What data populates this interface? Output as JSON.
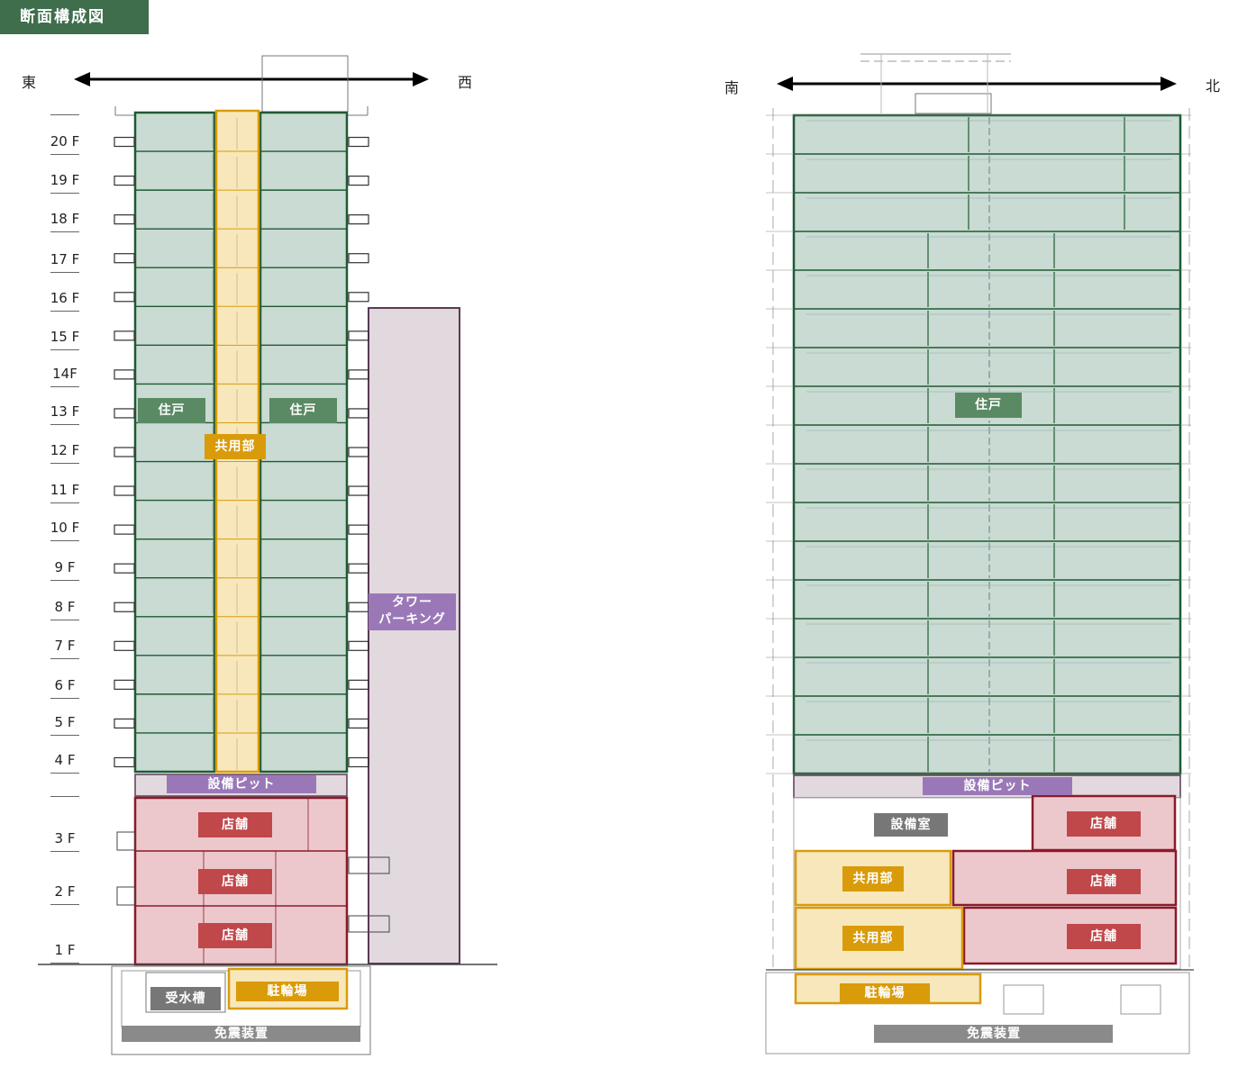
{
  "title": "断面構成図",
  "colors": {
    "title_bg": "#3f6e4c",
    "residential_fill": "#c9dbd2",
    "residential_stroke": "#1f5a34",
    "residential_tag": "#5a8a63",
    "common_fill": "#f7e7bb",
    "common_stroke": "#d99b0a",
    "common_tag": "#d99b0a",
    "shop_fill": "#ecc8cc",
    "shop_stroke": "#8a1a2a",
    "shop_tag": "#c0474a",
    "parking_fill": "#e2d9de",
    "parking_stroke": "#5a3a55",
    "pit_tag": "#9a78b8",
    "utility_tag": "#777777"
  },
  "left_section": {
    "direction_left": "東",
    "direction_right": "西",
    "floors": [
      "20 F",
      "19 F",
      "18 F",
      "17 F",
      "16 F",
      "15 F",
      "14F",
      "13 F",
      "12 F",
      "11 F",
      "10 F",
      "9 F",
      "8 F",
      "7 F",
      "6 F",
      "5 F",
      "4 F",
      "3 F",
      "2 F",
      "1 F"
    ],
    "labels": {
      "residence_east": "住戸",
      "residence_west": "住戸",
      "common": "共用部",
      "tower_parking_line1": "タワー",
      "tower_parking_line2": "パーキング",
      "equipment_pit": "設備ピット",
      "shop_3f": "店舗",
      "shop_2f": "店舗",
      "shop_1f": "店舗",
      "water_tank": "受水槽",
      "bicycle_parking": "駐輪場",
      "seismic_isolation": "免震装置"
    }
  },
  "right_section": {
    "direction_left": "南",
    "direction_right": "北",
    "labels": {
      "residence": "住戸",
      "equipment_pit": "設備ピット",
      "equipment_room": "設備室",
      "shop_3f": "店舗",
      "shop_2f": "店舗",
      "shop_1f": "店舗",
      "common_2f": "共用部",
      "common_1f": "共用部",
      "bicycle_parking": "駐輪場",
      "seismic_isolation": "免震装置"
    }
  }
}
